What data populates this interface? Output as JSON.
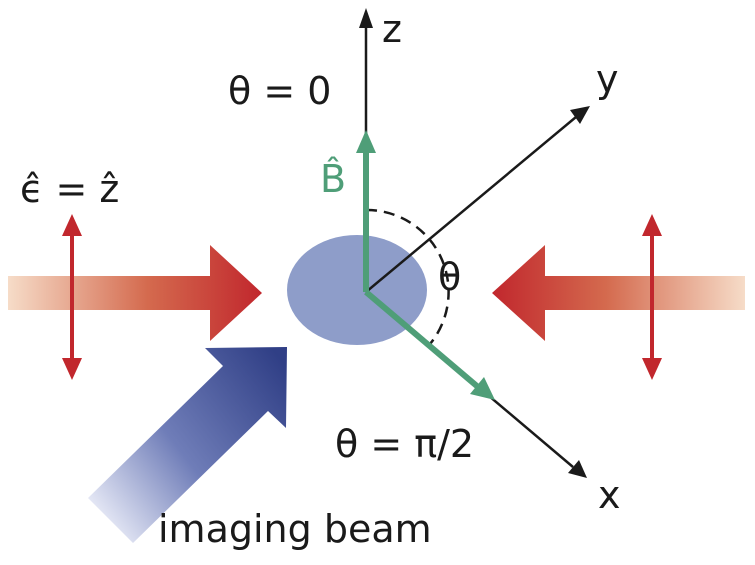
{
  "labels": {
    "axis_z": "z",
    "axis_y": "y",
    "axis_x": "x",
    "theta_zero": "θ = 0",
    "theta_half_pi": "θ = π/2",
    "theta": "θ",
    "field_symbol": "B̂",
    "polarization": "ϵ̂ = ẑ",
    "imaging_beam": "imaging beam"
  },
  "colors": {
    "axis": "#1a1a1a",
    "field_vector": "#4f9e78",
    "laser_beam": "#c1272d",
    "laser_beam_fade": "#f4d8c4",
    "polarization_arrow": "#c1272d",
    "atom_cloud": "#8e9dc9",
    "imaging_beam": "#3a4a8e",
    "imaging_beam_fade": "#e6e9f5"
  }
}
